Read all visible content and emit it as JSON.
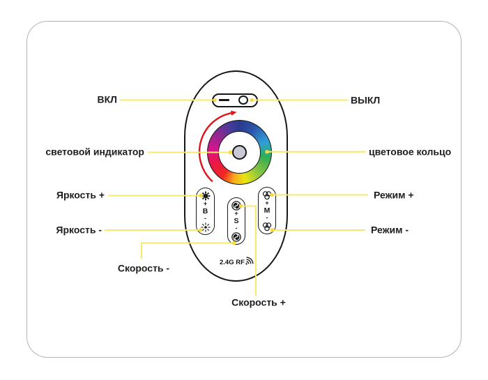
{
  "labels": {
    "on": "ВКЛ",
    "off": "ВЫКЛ",
    "light_indicator": "световой индикатор",
    "color_ring": "цветовое кольцо",
    "brightness_plus": "Яркость +",
    "brightness_minus": "Яркость -",
    "mode_plus": "Режим +",
    "mode_minus": "Режим -",
    "speed_minus": "Скорость -",
    "speed_plus": "Скорость +"
  },
  "remote": {
    "rf_text": "2.4G RF",
    "buttons": {
      "brightness": {
        "plus": "+",
        "letter": "B",
        "minus": "-"
      },
      "speed": {
        "plus": "+",
        "letter": "S",
        "minus": "-"
      },
      "mode": {
        "plus": "+",
        "letter": "M",
        "minus": "-"
      }
    }
  },
  "icons": {
    "power_dash": "dash-icon",
    "power_circle": "circle-icon",
    "brightness_up": "sun-filled-icon",
    "brightness_down": "sun-outline-icon",
    "speed": "swirl-icon",
    "mode": "rgb-circles-icon",
    "rf_signal": "wifi-icon",
    "rotation": "curved-arrow-icon"
  },
  "colors": {
    "callout_line": "#f7e96e",
    "callout_dot": "#fcd93b",
    "arrow": "#e0141b",
    "outline": "#161616",
    "indicator_fill": "#c9cad5",
    "card_border": "#b3b3b3"
  }
}
